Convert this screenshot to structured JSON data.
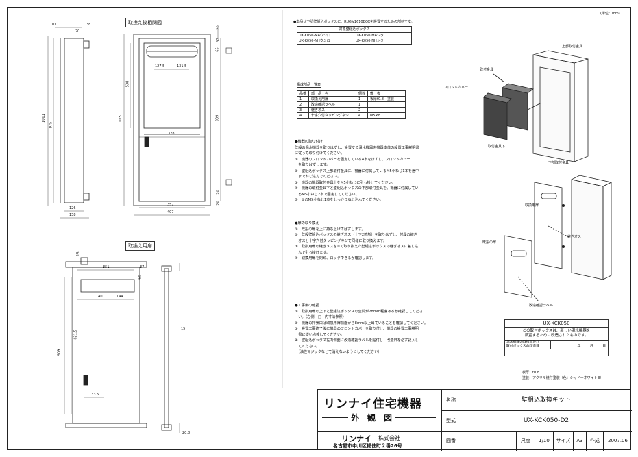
{
  "unit_note": "(単位：mm)",
  "views": {
    "view1_title": "取換え後相関図",
    "view2_title": "取換え用扉"
  },
  "dims_view1": {
    "d10": "10",
    "d38": "38",
    "d1001": "1001",
    "d975": "975",
    "d126": "126",
    "d138": "138",
    "d20a": "20",
    "d37": "37",
    "d65": "65",
    "d1025": "1025",
    "d538": "538",
    "d1275": "127.5",
    "d1315": "131.5",
    "d328": "328",
    "d357": "357",
    "d407": "407",
    "d909": "909",
    "d20b": "20",
    "d20c": "20",
    "d20d": "20"
  },
  "dims_view2": {
    "d15a": "15",
    "d351": "351",
    "d37": "37",
    "d60": "60",
    "d140": "140",
    "d144": "144",
    "d6215": "621.5",
    "d909": "909",
    "d1335": "133.5",
    "d15b": "15",
    "d208": "20.8"
  },
  "top_note": {
    "line1": "●本品は下記壁組込ボックスに、RUK-V1610BOXを設置するための部材です。",
    "header": "対象壁組込ボックス",
    "models": [
      "UX-K050-MAウシロ",
      "UX-K050-MAシタ",
      "UX-K050-NHウシロ",
      "UX-K050-NHシタ"
    ]
  },
  "bom": {
    "title": "構成部品一覧表",
    "headers": [
      "品番",
      "部　品　名",
      "個数",
      "備　考"
    ],
    "rows": [
      [
        "1",
        "取換え用扉",
        "1",
        "板厚t0.8　塗装"
      ],
      [
        "2",
        "改造確認ラベル",
        "1",
        ""
      ],
      [
        "3",
        "継ぎオス",
        "2",
        ""
      ],
      [
        "4",
        "十字穴付タッピングネジ",
        "4",
        "M5×8"
      ]
    ]
  },
  "section_install": {
    "title": "●機器の取り付け",
    "lines": [
      "既設の温水機器を取りはずし、設置する温水機器を機器本体の設置工事説明書",
      "に従って取り付けてください。",
      "①　機器のフロントカバーを固定している4本をはずし、フロントカバー",
      "　を取りはずします。",
      "②　壁組込ボックス上部取付金具に、機器に付属しているM5小ねじ1本を途中",
      "　までねじ込んでください。",
      "③　機器の機器取付金具上をM5小ねじに引っ掛けてください。",
      "④　機器の取付金具下と壁組込ボックスの下部取付金具を、機器に付属してい",
      "　るM5小ねじ2本で固定してください。",
      "⑤　②のM5小ねじ1本をしっかりねじ込んでください。"
    ]
  },
  "section_door": {
    "title": "●扉の取り換え",
    "lines": [
      "①　既設の扉を上に持ち上げてはずします。",
      "②　既設壁組込ボックスの継ぎオス（上下2箇所）を取りはずし、付属の継ぎ",
      "　オスと十字穴付タッピングネジで同様に取り換えます。",
      "③　取換用扉の継ぎメスを②で取り換えた壁組込ボックスの継ぎオスに差し込",
      "　んで引っ掛けます。",
      "④　取換用扉を閉め、ロックできるか確認します。"
    ]
  },
  "section_check": {
    "title": "●工事後の確認",
    "lines": [
      "①　取換用扉の上下と壁組込ボックスの空間が28mm程度あるか確認してくださ",
      "　い。（左側　□　内寸法参照）",
      "②　機器の排気口は取換用扉前面から8mm以上出ていることを確認してください。",
      "③　設置工事終了後に機器のフロントカバーを取り付け、機器の設置工事説明",
      "　書に従い点検してください。",
      "④　壁組込ボックス左内側面に改造確認ラベルを貼付し、改造日を必ず記入し",
      "　てください。",
      "　（油性マジックなどで消えないようにしてください）"
    ]
  },
  "iso_labels": {
    "top_bracket": "上部取付金具",
    "mount_upper": "取付金具上",
    "front_cover": "フロントカバー",
    "mount_lower": "取付金具下",
    "bottom_bracket": "下部取付金具",
    "replace_door": "取換用扉",
    "existing_door": "既設の扉",
    "joint_male": "継ぎオス",
    "label_mod": "改造確認ラベル"
  },
  "kit_label": {
    "model": "UX-KCK050",
    "line1": "この取付ボックスは、新しい温水機器を",
    "line2": "設置するために改造されたものです。",
    "row_label1": "温水機器の取換日及び",
    "row_label2": "取付ボックスの改造日",
    "year": "年",
    "month": "月",
    "day": "日"
  },
  "spec": {
    "thickness": "板厚：t0.8",
    "paint": "塗装：アクリル焼付塗装（色：シャドーホワイトⅢ）"
  },
  "titleblock": {
    "brand": "リンナイ住宅機器",
    "drawing_kind": "外　観　図",
    "company": "リンナイ",
    "company_suffix": "株式会社",
    "address": "名古屋市中川区福住町２番26号",
    "name_label": "名称",
    "name_value": "壁組込取換キット",
    "model_label": "型式",
    "model_value": "UX-KCK050-D2",
    "drawno_label": "図番",
    "scale_label": "尺度",
    "scale_value": "1/10",
    "size_label": "サイズ",
    "size_value": "A3",
    "made_label": "作成",
    "made_value": "2007.06"
  }
}
